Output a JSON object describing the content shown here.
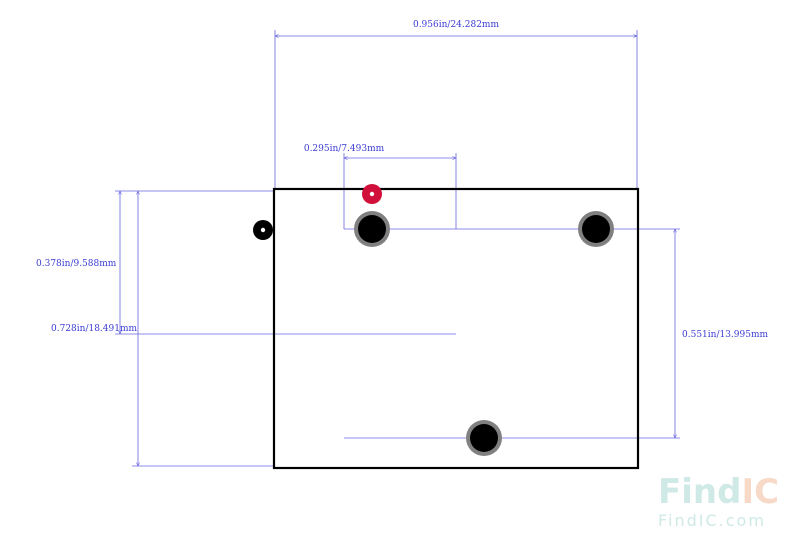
{
  "dimensions": {
    "overall_width": "0.956in/24.282mm",
    "pin_spacing": "0.295in/7.493mm",
    "top_to_pins": "0.378in/9.588mm",
    "overall_height": "0.728in/18.491mm",
    "pin_row_spacing": "0.551in/13.995mm"
  },
  "watermark": {
    "logo_part1": "Find",
    "logo_part2": "IC",
    "url": "FindIC.com"
  },
  "colors": {
    "dimension": "#6666e0",
    "outline": "#000000",
    "pad_ring": "#808080",
    "pin1_marker": "#d0103a",
    "watermark_teal": "#cfe9e6",
    "watermark_peach": "#f7d9c8"
  }
}
